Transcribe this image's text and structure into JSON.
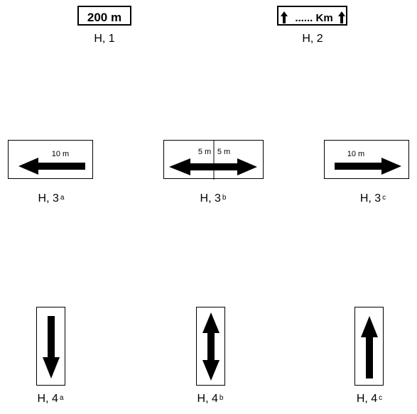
{
  "signs": {
    "h1": {
      "text": "200 m",
      "caption_main": "H, 1",
      "caption_sup": ""
    },
    "h2": {
      "text": "...... Km",
      "caption_main": "H, 2",
      "caption_sup": ""
    },
    "h3a": {
      "distance": "10 m",
      "caption_main": "H, 3",
      "caption_sup": "a"
    },
    "h3b": {
      "distance_left": "5 m",
      "distance_right": "5 m",
      "caption_main": "H, 3",
      "caption_sup": "b"
    },
    "h3c": {
      "distance": "10 m",
      "caption_main": "H, 3",
      "caption_sup": "c"
    },
    "h4a": {
      "caption_main": "H, 4",
      "caption_sup": "a"
    },
    "h4b": {
      "caption_main": "H, 4",
      "caption_sup": "b"
    },
    "h4c": {
      "caption_main": "H, 4",
      "caption_sup": "c"
    }
  },
  "icons": {
    "h2_left": "arrow-up-icon",
    "h2_right": "arrow-up-icon",
    "h3a": "arrow-left-icon",
    "h3b": "arrow-left-right-icon",
    "h3c": "arrow-right-icon",
    "h4a": "arrow-down-icon",
    "h4b": "arrow-up-down-icon",
    "h4c": "arrow-up-icon"
  }
}
